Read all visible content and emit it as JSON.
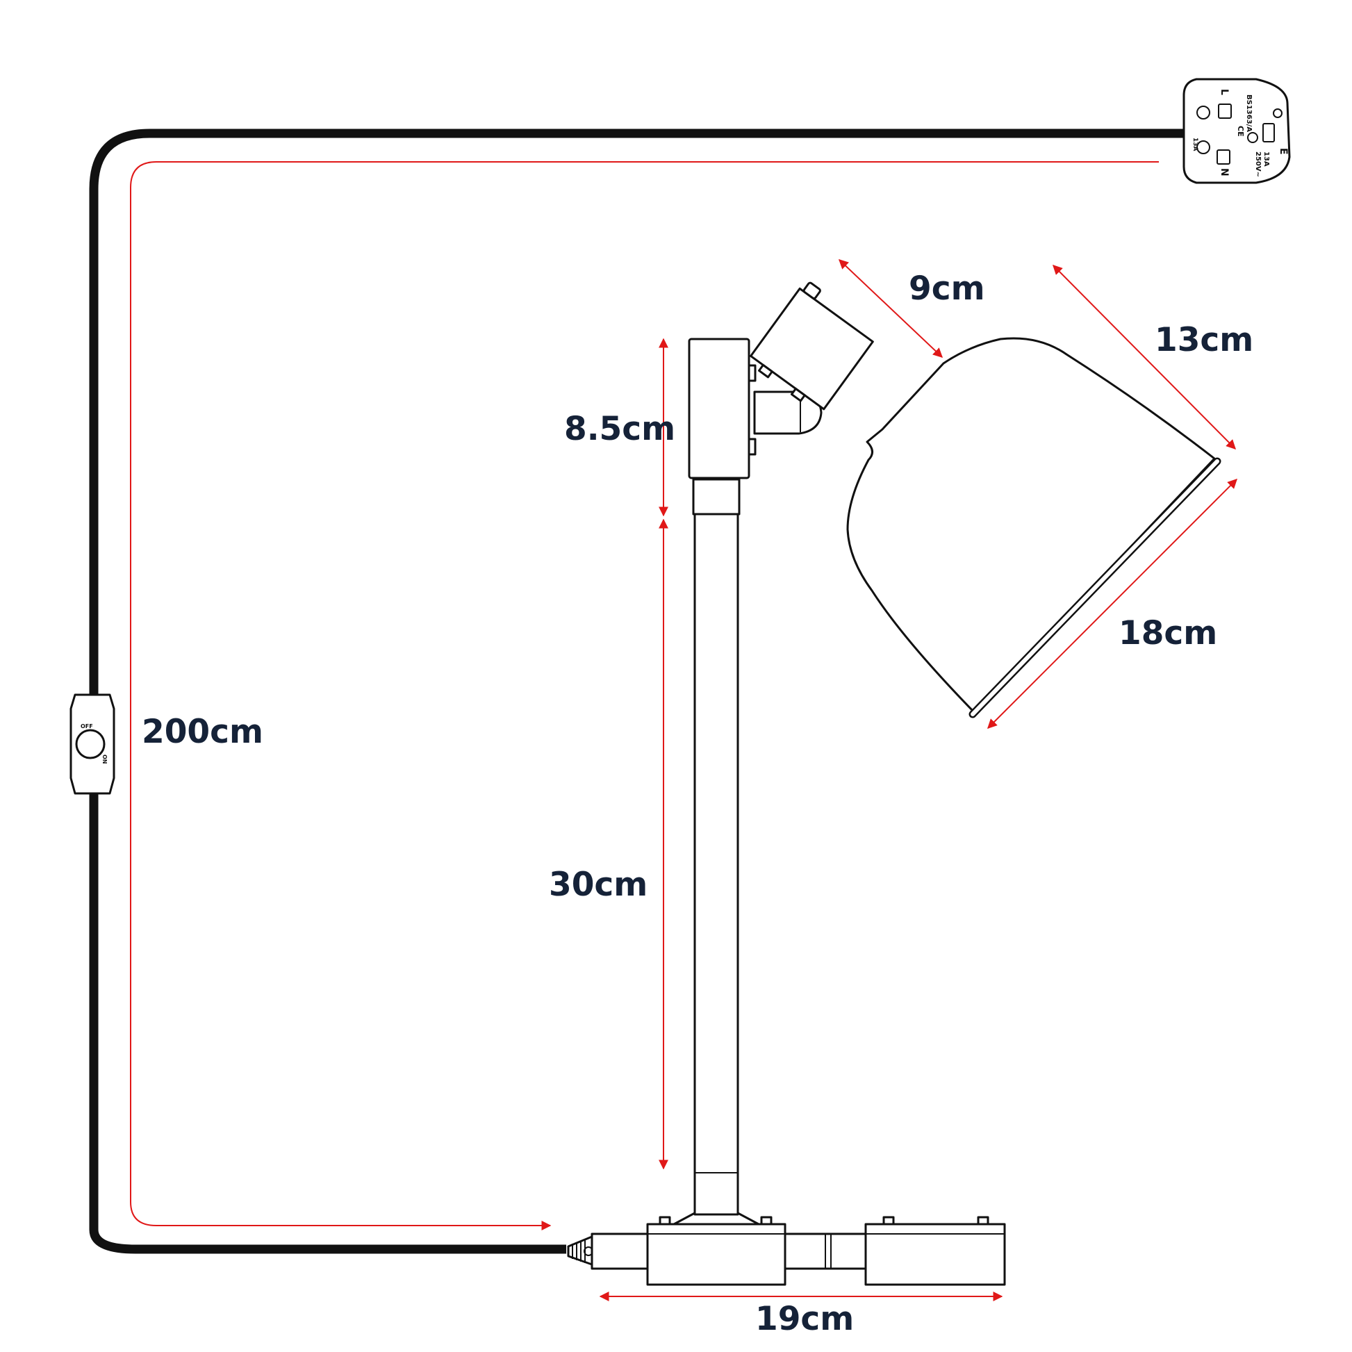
{
  "dimensions": {
    "cable_length": "200cm",
    "bracket_height": "8.5cm",
    "stem_height": "30cm",
    "track_adapter_length": "19cm",
    "lamp_holder_length": "9cm",
    "shade_depth": "13cm",
    "shade_opening": "18cm"
  },
  "switch": {
    "off_label": "OFF",
    "on_label": "ON"
  },
  "plug": {
    "standard": "BS1363/A",
    "rating": "13A",
    "voltage": "250V~",
    "fuse": "13A",
    "pin_live": "L",
    "pin_neutral": "N",
    "pin_earth": "E",
    "ce_mark": "CE"
  },
  "colors": {
    "dimension_line": "#e01818",
    "dimension_text": "#152238",
    "outline": "#111111"
  }
}
